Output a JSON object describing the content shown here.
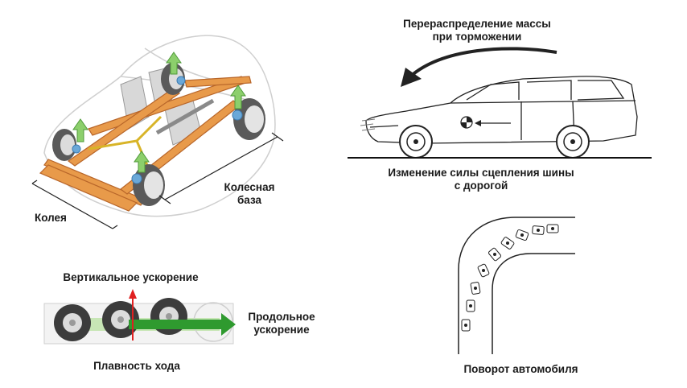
{
  "chassis": {
    "wheelbase_label_line1": "Колесная",
    "wheelbase_label_line2": "база",
    "track_label": "Колея",
    "colors": {
      "frame": "#e89a4a",
      "frame_edge": "#b8662a",
      "shock": "#8ccf6c",
      "hub": "#6aa8d8",
      "body_outline": "#c9c9c9"
    }
  },
  "braking": {
    "title_line1": "Перераспределение массы",
    "title_line2": "при торможении",
    "caption_line1": "Изменение силы сцепления шины",
    "caption_line2": "с дорогой"
  },
  "ride": {
    "vertical_label": "Вертикальное ускорение",
    "longitudinal_line1": "Продольное",
    "longitudinal_line2": "ускорение",
    "caption": "Плавность хода",
    "colors": {
      "arrow_green": "#2f9a2f",
      "arrow_red": "#e02020",
      "trail": "#c7e6b5"
    }
  },
  "turn": {
    "caption": "Поворот автомобиля"
  }
}
